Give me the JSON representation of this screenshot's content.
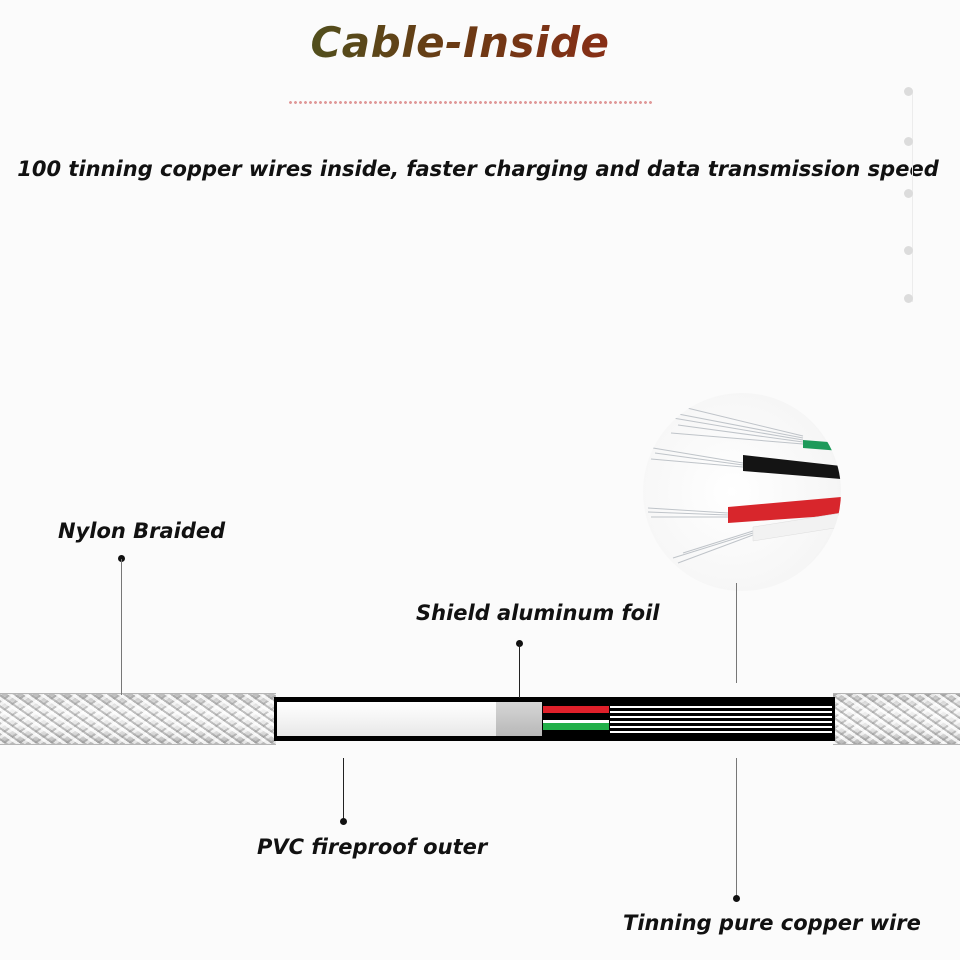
{
  "title": "Cable-Inside",
  "subtitle": "100 tinning copper wires inside, faster charging and data transmission speed",
  "labels": {
    "nylon": "Nylon Braided",
    "shield": "Shield aluminum foil",
    "pvc": "PVC fireproof outer",
    "copper": "Tinning pure copper wire"
  },
  "colors": {
    "title_gradient": [
      "#1a7a2e",
      "#6b3a14",
      "#c4161c"
    ],
    "wire_red": "#e0202a",
    "wire_green": "#22b04a",
    "wire_black": "#111111",
    "braid": "#d9d9d9"
  }
}
